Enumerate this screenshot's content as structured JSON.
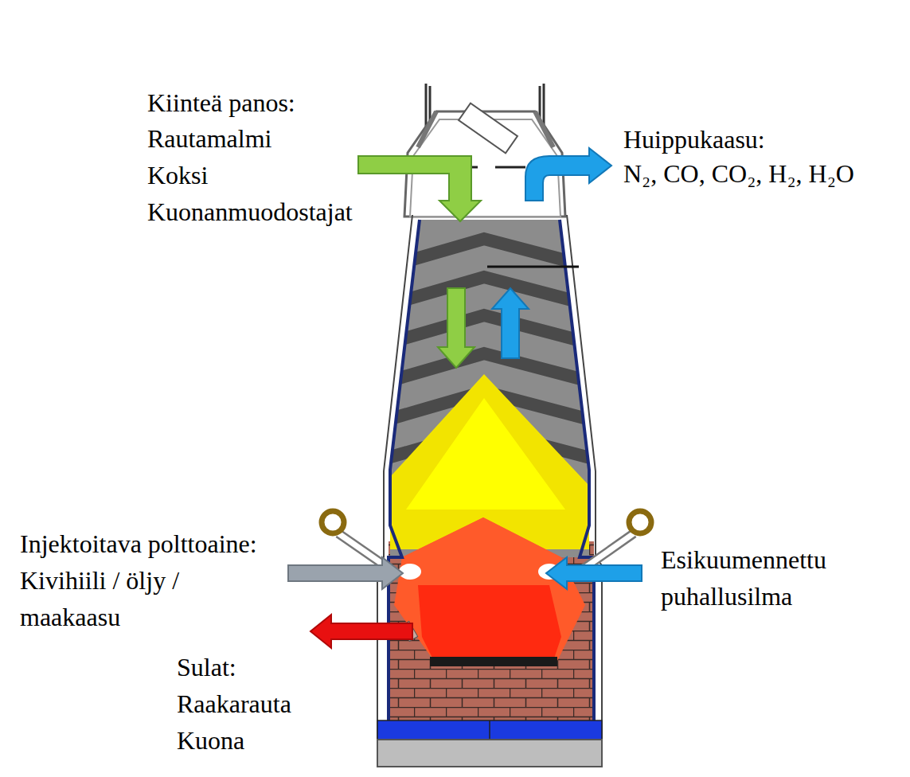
{
  "diagram": {
    "labels": [
      "Kiinteä panos:",
      "Rautamalmi",
      "Koksi",
      "Kuonanmuodostajat",
      "Huippukaasu:",
      "N₂, CO, CO₂, H₂, H₂O",
      "Injektoitava polttoaine:",
      "Kivihiili / öljy / maakaasu",
      "Esikuumennettu puhallusilma",
      "Sulat:",
      "Raakarauta",
      "Kuona"
    ]
  }
}
